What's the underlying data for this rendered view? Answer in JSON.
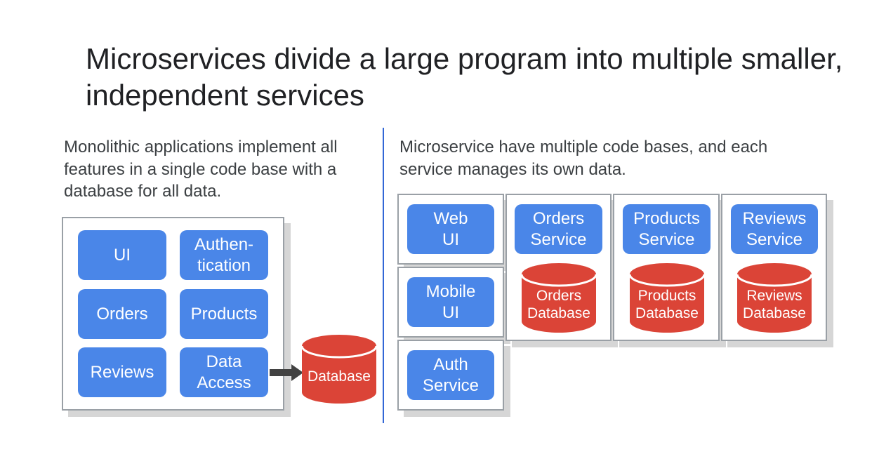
{
  "slide": {
    "title": "Microservices divide a large program into multiple smaller, independent services"
  },
  "monolith": {
    "description": "Monolithic applications implement all features in a single code base with a database for all data.",
    "services": [
      "UI",
      "Authen-\ntication",
      "Orders",
      "Products",
      "Reviews",
      "Data\nAccess"
    ],
    "database": "Database"
  },
  "microservices": {
    "description": "Microservice have multiple code bases, and each service manages its own data.",
    "web_ui": "Web\nUI",
    "mobile_ui": "Mobile\nUI",
    "auth_service": "Auth\nService",
    "orders_service": "Orders\nService",
    "orders_database": "Orders\nDatabase",
    "products_service": "Products\nService",
    "products_database": "Products\nDatabase",
    "reviews_service": "Reviews\nService",
    "reviews_database": "Reviews\nDatabase"
  },
  "colors": {
    "service_blue": "#4a86e8",
    "database_red": "#db4437",
    "divider_blue": "#3367d6",
    "panel_border": "#9aa0a6"
  }
}
